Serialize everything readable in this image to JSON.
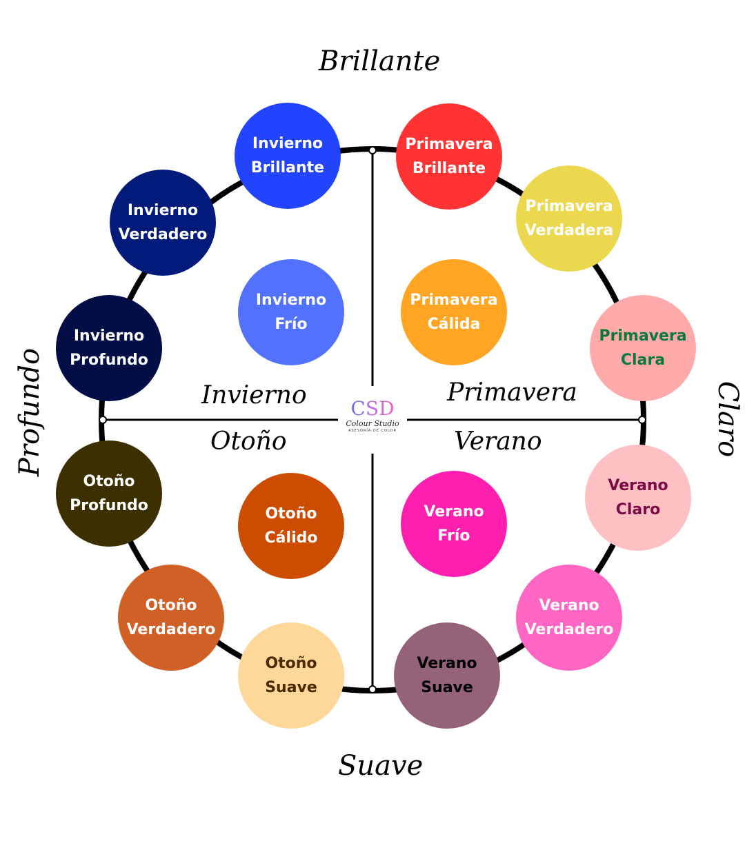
{
  "axes": {
    "top": "Brillante",
    "bottom": "Suave",
    "left": "Profundo",
    "right": "Claro"
  },
  "quadrants": {
    "top_left": "Invierno",
    "top_right": "Primavera",
    "bottom_left": "Otoño",
    "bottom_right": "Verano"
  },
  "logo": {
    "initials": "CSD",
    "script": "Colour Studio",
    "tagline": "ASESORÍA DE COLOR"
  },
  "seasons": [
    {
      "line1": "Invierno",
      "line2": "Brillante",
      "bg": "#2244ff",
      "fg": "#ffffff"
    },
    {
      "line1": "Primavera",
      "line2": "Brillante",
      "bg": "#ff3333",
      "fg": "#ffffff"
    },
    {
      "line1": "Invierno",
      "line2": "Verdadero",
      "bg": "#021a7a",
      "fg": "#ffffff"
    },
    {
      "line1": "Primavera",
      "line2": "Verdadera",
      "bg": "#ecd84f",
      "fg": "#ffffff"
    },
    {
      "line1": "Invierno",
      "line2": "Profundo",
      "bg": "#020e45",
      "fg": "#ffffff"
    },
    {
      "line1": "Primavera",
      "line2": "Clara",
      "bg": "#ffaaaa",
      "fg": "#0a7a3a"
    },
    {
      "line1": "Otoño",
      "line2": "Profundo",
      "bg": "#3d3000",
      "fg": "#ffffff"
    },
    {
      "line1": "Verano",
      "line2": "Claro",
      "bg": "#ffc0c3",
      "fg": "#7a0a45"
    },
    {
      "line1": "Otoño",
      "line2": "Verdadero",
      "bg": "#d06025",
      "fg": "#ffffff"
    },
    {
      "line1": "Verano",
      "line2": "Verdadero",
      "bg": "#ff66c4",
      "fg": "#ffffff"
    },
    {
      "line1": "Otoño",
      "line2": "Suave",
      "bg": "#ffd799",
      "fg": "#4a2a00"
    },
    {
      "line1": "Verano",
      "line2": "Suave",
      "bg": "#94637a",
      "fg": "#000000"
    },
    {
      "line1": "Invierno",
      "line2": "Frío",
      "bg": "#5271ff",
      "fg": "#ffffff"
    },
    {
      "line1": "Primavera",
      "line2": "Cálida",
      "bg": "#ffa523",
      "fg": "#ffffff"
    },
    {
      "line1": "Otoño",
      "line2": "Cálido",
      "bg": "#cc4c02",
      "fg": "#ffffff"
    },
    {
      "line1": "Verano",
      "line2": "Frío",
      "bg": "#ff1fae",
      "fg": "#ffffff"
    }
  ]
}
